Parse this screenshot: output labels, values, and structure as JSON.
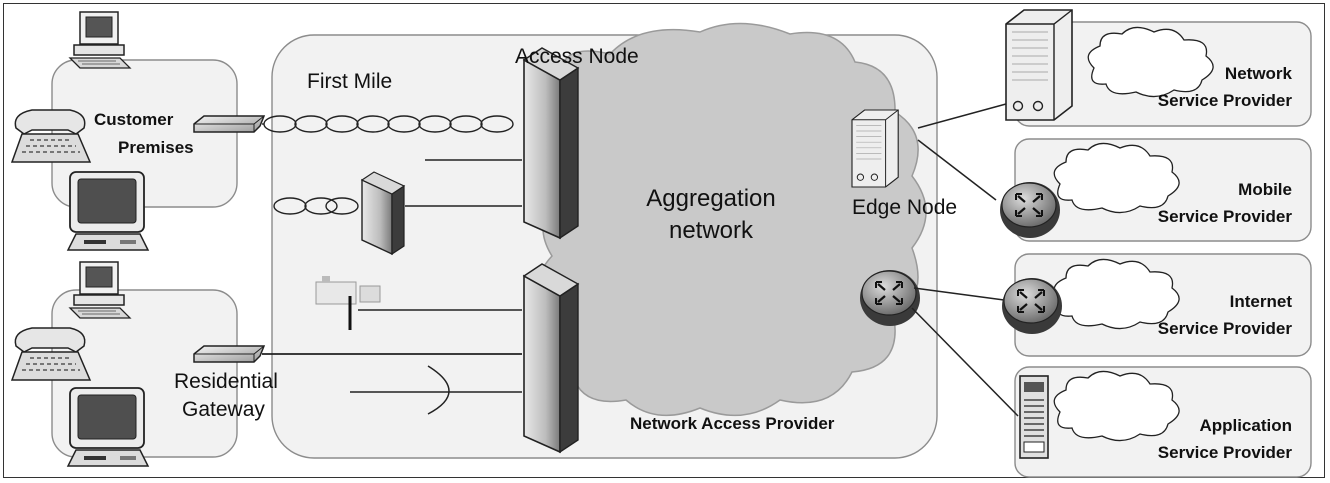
{
  "labels": {
    "first_mile": "First Mile",
    "access_node": "Access Node",
    "customer_premises_1": "Customer",
    "customer_premises_2": "Premises",
    "aggregation_1": "Aggregation",
    "aggregation_2": "network",
    "edge_node": "Edge Node",
    "network_access_provider": "Network Access Provider",
    "residential_gateway_1": "Residential",
    "residential_gateway_2": "Gateway"
  },
  "service_providers": [
    {
      "line1": "Network",
      "line2": "Service Provider",
      "icon": "server-icon"
    },
    {
      "line1": "Mobile",
      "line2": "Service Provider",
      "icon": "router-icon"
    },
    {
      "line1": "Internet",
      "line2": "Service Provider",
      "icon": "router-icon"
    },
    {
      "line1": "Application",
      "line2": "Service Provider",
      "icon": "tower-pc-icon"
    }
  ],
  "colors": {
    "panel_fill": "#f2f2f2",
    "panel_stroke": "#8c8c8c",
    "cloud_fill": "#c9c9c9",
    "device_dark": "#555555"
  }
}
